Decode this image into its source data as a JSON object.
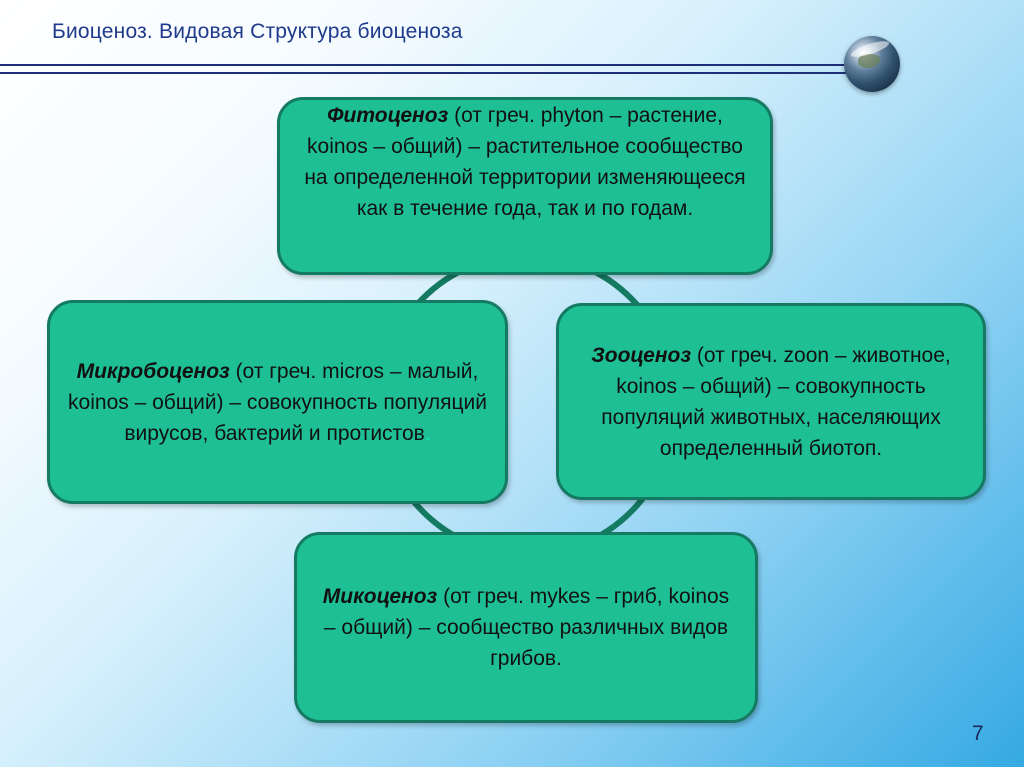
{
  "slide": {
    "title": "Биоценоз. Видовая Структура биоценоза",
    "page_number": "7"
  },
  "boxes": {
    "top": {
      "term": "Фитоценоз",
      "text": " (от греч. phyton – растение, koinos – общий) – растительное сообщество на определенной территории изменяющееся как в течение года, так и по годам."
    },
    "left": {
      "term": "Микробоценоз",
      "text": " (от греч. micros – малый, koinos – общий) – совокупность популяций вирусов, бактерий и протистов",
      "trailing": "."
    },
    "right": {
      "term": "Зооценоз",
      "text": " (от греч. zoon – животное, koinos – общий) – совокупность популяций животных, населяющих определенный биотоп."
    },
    "bottom": {
      "term": "Микоценоз",
      "text": " (от греч. mykes – гриб, koinos – общий) – сообщество различных видов грибов."
    }
  },
  "colors": {
    "box_fill": "#1fbf95",
    "box_border": "#157a62",
    "title": "#1f3a8a",
    "rule": "#1e2f7a"
  }
}
